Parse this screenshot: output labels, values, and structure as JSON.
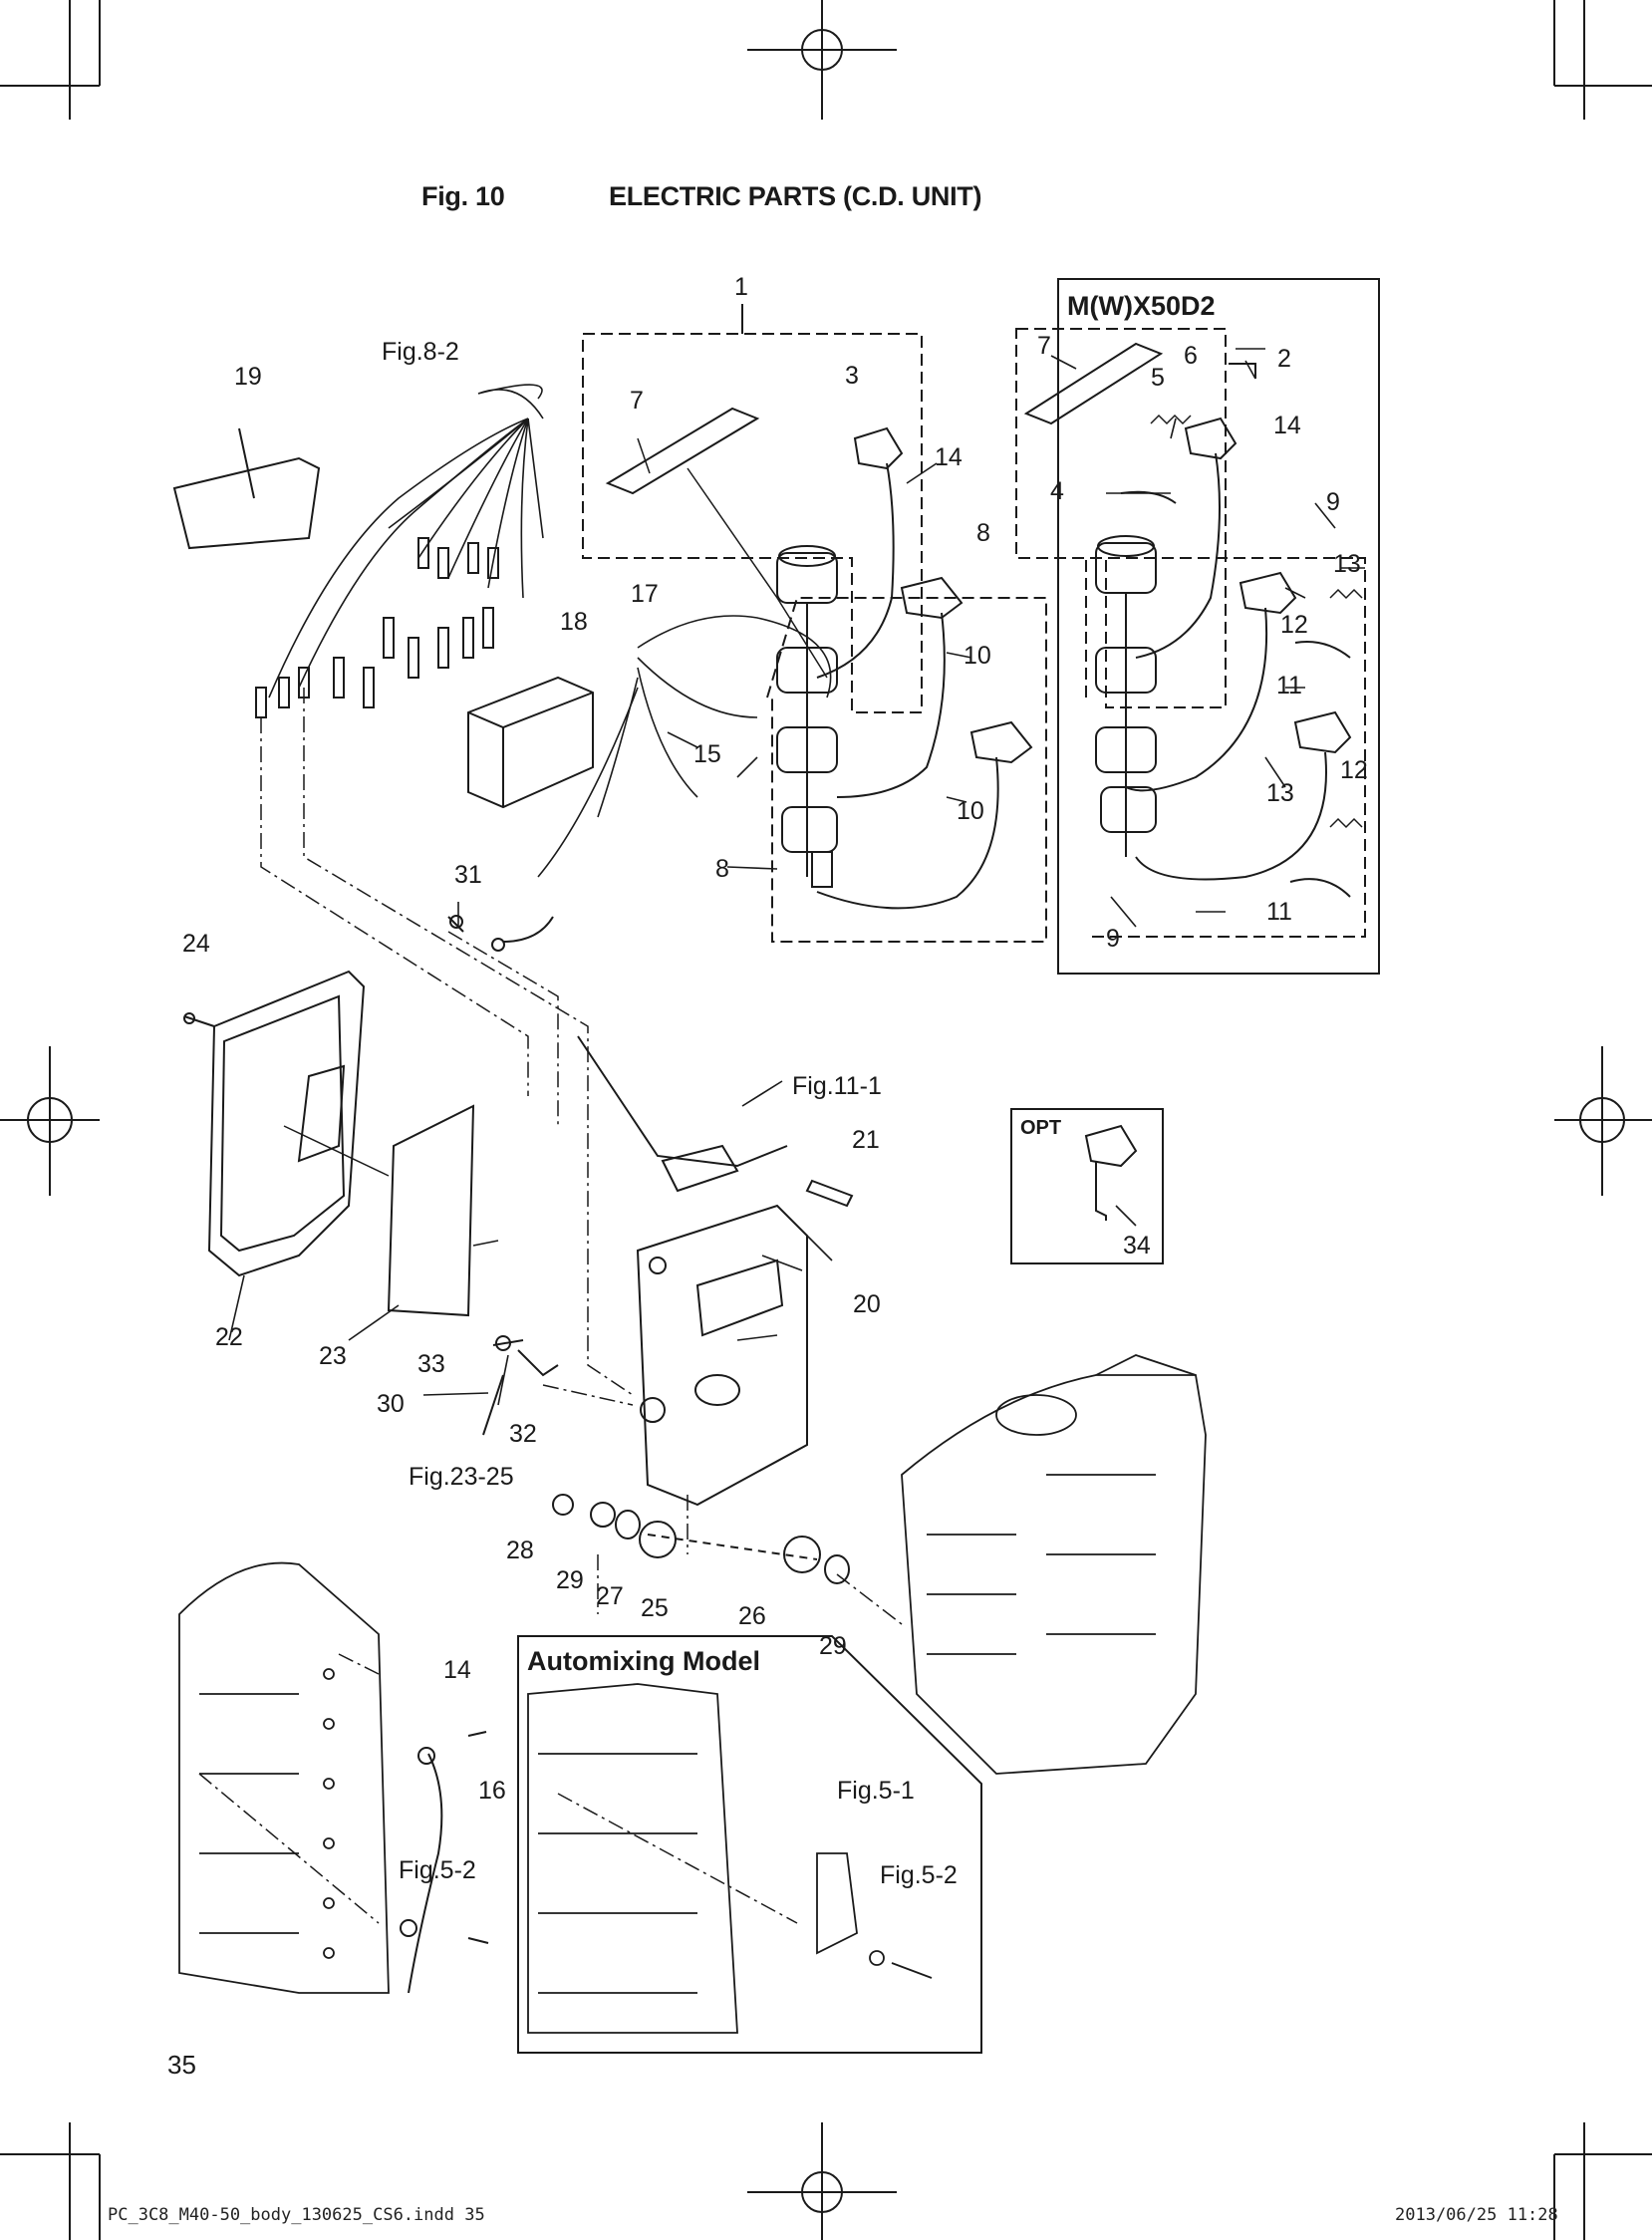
{
  "header": {
    "fig_label": "Fig. 10",
    "title": "ELECTRIC PARTS (C.D. UNIT)"
  },
  "boxes": {
    "model_box_title": "M(W)X50D2",
    "opt_box_title": "OPT",
    "automixing_title": "Automixing Model"
  },
  "callouts": {
    "c1": "1",
    "c2": "2",
    "c3": "3",
    "c4": "4",
    "c5": "5",
    "c6": "6",
    "c7a": "7",
    "c7b": "7",
    "c8a": "8",
    "c8b": "8",
    "c9a": "9",
    "c9b": "9",
    "c10a": "10",
    "c10b": "10",
    "c11a": "11",
    "c11b": "11",
    "c12a": "12",
    "c12b": "12",
    "c13a": "13",
    "c13b": "13",
    "c14a": "14",
    "c14b": "14",
    "c14c": "14",
    "c15": "15",
    "c16": "16",
    "c17": "17",
    "c18": "18",
    "c19": "19",
    "c20": "20",
    "c21": "21",
    "c22": "22",
    "c23": "23",
    "c24": "24",
    "c25": "25",
    "c26": "26",
    "c27": "27",
    "c28": "28",
    "c29a": "29",
    "c29b": "29",
    "c30": "30",
    "c31": "31",
    "c32": "32",
    "c33": "33",
    "c34": "34"
  },
  "references": {
    "fig8_2": "Fig.8-2",
    "fig11_1": "Fig.11-1",
    "fig23_25": "Fig.23-25",
    "fig5_2a": "Fig.5-2",
    "fig5_1": "Fig.5-1",
    "fig5_2b": "Fig.5-2"
  },
  "page_number": "35",
  "footer": {
    "file": "PC_3C8_M40-50_body_130625_CS6.indd  35",
    "timestamp": "2013/06/25  11:28"
  }
}
